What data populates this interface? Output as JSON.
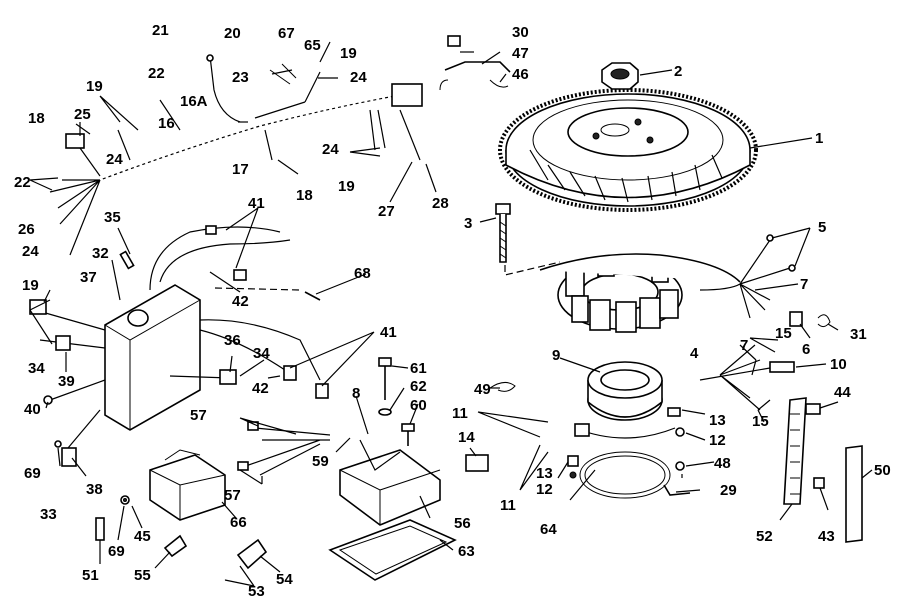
{
  "diagram": {
    "callouts": [
      {
        "id": "c1",
        "text": "1"
      },
      {
        "id": "c2",
        "text": "2"
      },
      {
        "id": "c3",
        "text": "3"
      },
      {
        "id": "c4",
        "text": "4"
      },
      {
        "id": "c5",
        "text": "5"
      },
      {
        "id": "c6",
        "text": "6"
      },
      {
        "id": "c7a",
        "text": "7"
      },
      {
        "id": "c7b",
        "text": "7"
      },
      {
        "id": "c8",
        "text": "8"
      },
      {
        "id": "c9",
        "text": "9"
      },
      {
        "id": "c10",
        "text": "10"
      },
      {
        "id": "c11a",
        "text": "11"
      },
      {
        "id": "c11b",
        "text": "11"
      },
      {
        "id": "c12a",
        "text": "12"
      },
      {
        "id": "c12b",
        "text": "12"
      },
      {
        "id": "c13a",
        "text": "13"
      },
      {
        "id": "c13b",
        "text": "13"
      },
      {
        "id": "c14",
        "text": "14"
      },
      {
        "id": "c15a",
        "text": "15"
      },
      {
        "id": "c15b",
        "text": "15"
      },
      {
        "id": "c16",
        "text": "16"
      },
      {
        "id": "c16a",
        "text": "16A"
      },
      {
        "id": "c17",
        "text": "17"
      },
      {
        "id": "c18a",
        "text": "18"
      },
      {
        "id": "c18b",
        "text": "18"
      },
      {
        "id": "c19a",
        "text": "19"
      },
      {
        "id": "c19b",
        "text": "19"
      },
      {
        "id": "c19c",
        "text": "19"
      },
      {
        "id": "c19d",
        "text": "19"
      },
      {
        "id": "c20",
        "text": "20"
      },
      {
        "id": "c21",
        "text": "21"
      },
      {
        "id": "c22a",
        "text": "22"
      },
      {
        "id": "c22b",
        "text": "22"
      },
      {
        "id": "c23",
        "text": "23"
      },
      {
        "id": "c24a",
        "text": "24"
      },
      {
        "id": "c24b",
        "text": "24"
      },
      {
        "id": "c24c",
        "text": "24"
      },
      {
        "id": "c24d",
        "text": "24"
      },
      {
        "id": "c25",
        "text": "25"
      },
      {
        "id": "c26",
        "text": "26"
      },
      {
        "id": "c27",
        "text": "27"
      },
      {
        "id": "c28",
        "text": "28"
      },
      {
        "id": "c29",
        "text": "29"
      },
      {
        "id": "c30",
        "text": "30"
      },
      {
        "id": "c31",
        "text": "31"
      },
      {
        "id": "c32",
        "text": "32"
      },
      {
        "id": "c33",
        "text": "33"
      },
      {
        "id": "c34a",
        "text": "34"
      },
      {
        "id": "c34b",
        "text": "34"
      },
      {
        "id": "c35",
        "text": "35"
      },
      {
        "id": "c36",
        "text": "36"
      },
      {
        "id": "c37",
        "text": "37"
      },
      {
        "id": "c38",
        "text": "38"
      },
      {
        "id": "c39",
        "text": "39"
      },
      {
        "id": "c40",
        "text": "40"
      },
      {
        "id": "c41a",
        "text": "41"
      },
      {
        "id": "c41b",
        "text": "41"
      },
      {
        "id": "c42a",
        "text": "42"
      },
      {
        "id": "c42b",
        "text": "42"
      },
      {
        "id": "c43",
        "text": "43"
      },
      {
        "id": "c44",
        "text": "44"
      },
      {
        "id": "c45",
        "text": "45"
      },
      {
        "id": "c46",
        "text": "46"
      },
      {
        "id": "c47",
        "text": "47"
      },
      {
        "id": "c48",
        "text": "48"
      },
      {
        "id": "c49",
        "text": "49"
      },
      {
        "id": "c50",
        "text": "50"
      },
      {
        "id": "c51",
        "text": "51"
      },
      {
        "id": "c52",
        "text": "52"
      },
      {
        "id": "c53",
        "text": "53"
      },
      {
        "id": "c54",
        "text": "54"
      },
      {
        "id": "c55",
        "text": "55"
      },
      {
        "id": "c56",
        "text": "56"
      },
      {
        "id": "c57a",
        "text": "57"
      },
      {
        "id": "c57b",
        "text": "57"
      },
      {
        "id": "c59",
        "text": "59"
      },
      {
        "id": "c60",
        "text": "60"
      },
      {
        "id": "c61",
        "text": "61"
      },
      {
        "id": "c62",
        "text": "62"
      },
      {
        "id": "c63",
        "text": "63"
      },
      {
        "id": "c64",
        "text": "64"
      },
      {
        "id": "c65",
        "text": "65"
      },
      {
        "id": "c66",
        "text": "66"
      },
      {
        "id": "c67",
        "text": "67"
      },
      {
        "id": "c68",
        "text": "68"
      },
      {
        "id": "c69a",
        "text": "69"
      },
      {
        "id": "c69b",
        "text": "69"
      }
    ]
  }
}
